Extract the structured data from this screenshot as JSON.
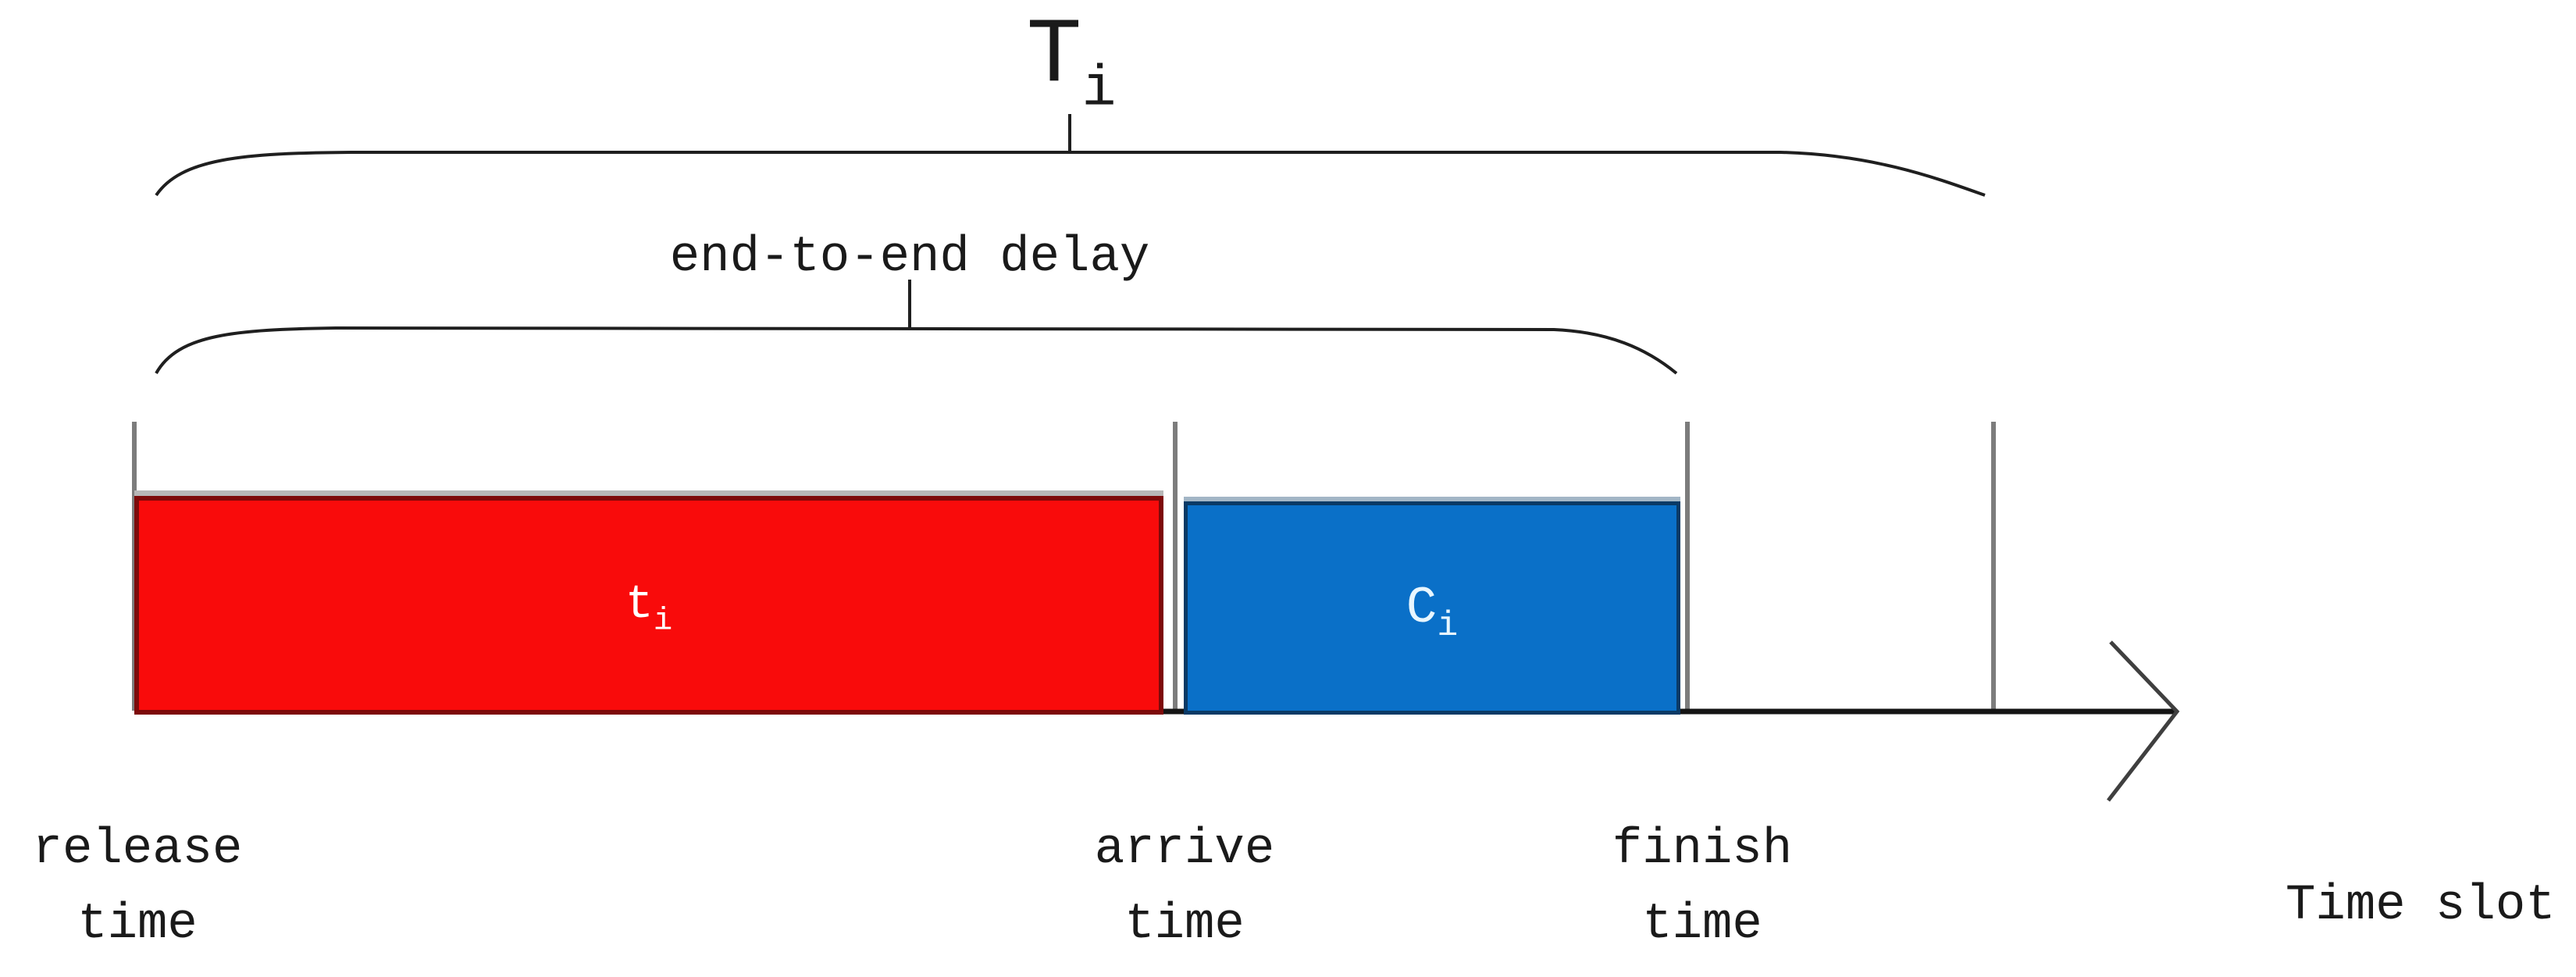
{
  "diagram": {
    "period_brace": {
      "label_main": "T",
      "label_sub": "i"
    },
    "delay_brace": {
      "label": "end-to-end delay"
    },
    "bars": {
      "transmission": {
        "label_main": "t",
        "label_sub": "i",
        "fill": "#f90b0b",
        "border": "#7d0a0a",
        "text_color": "#ffffff"
      },
      "computation": {
        "label_main": "C",
        "label_sub": "i",
        "fill": "#0a70c8",
        "border": "#0a3a66",
        "text_color": "#e8f6ff"
      }
    },
    "tick_labels": {
      "release": [
        "release",
        "time"
      ],
      "arrive": [
        "arrive",
        "time"
      ],
      "finish": [
        "finish",
        "time"
      ]
    },
    "axis_label": "Time slot",
    "colors": {
      "tick": "#7c7c7c",
      "brace_line": "#1f1f1f",
      "axis_line": "#141414",
      "arrowhead": "#3f3f3f"
    }
  }
}
